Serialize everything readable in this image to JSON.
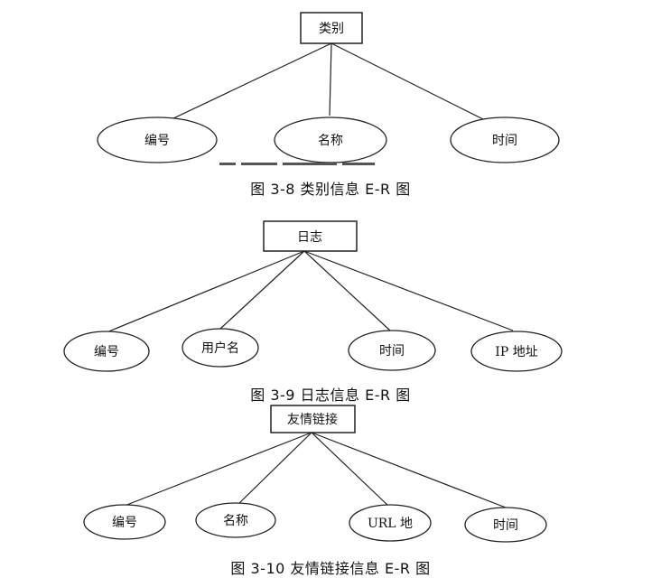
{
  "diagrams": [
    {
      "entity": "类别",
      "attributes": [
        "编号",
        "名称",
        "时间"
      ],
      "caption": "图 3-8 类别信息 E-R 图"
    },
    {
      "entity": "日志",
      "attributes": [
        "编号",
        "用户名",
        "时间",
        "IP 地址"
      ],
      "caption": "图 3-9 日志信息 E-R 图"
    },
    {
      "entity": "友情链接",
      "attributes": [
        "编号",
        "名称",
        "URL 地",
        "时间"
      ],
      "caption": "图 3-10 友情链接信息 E-R 图"
    }
  ]
}
